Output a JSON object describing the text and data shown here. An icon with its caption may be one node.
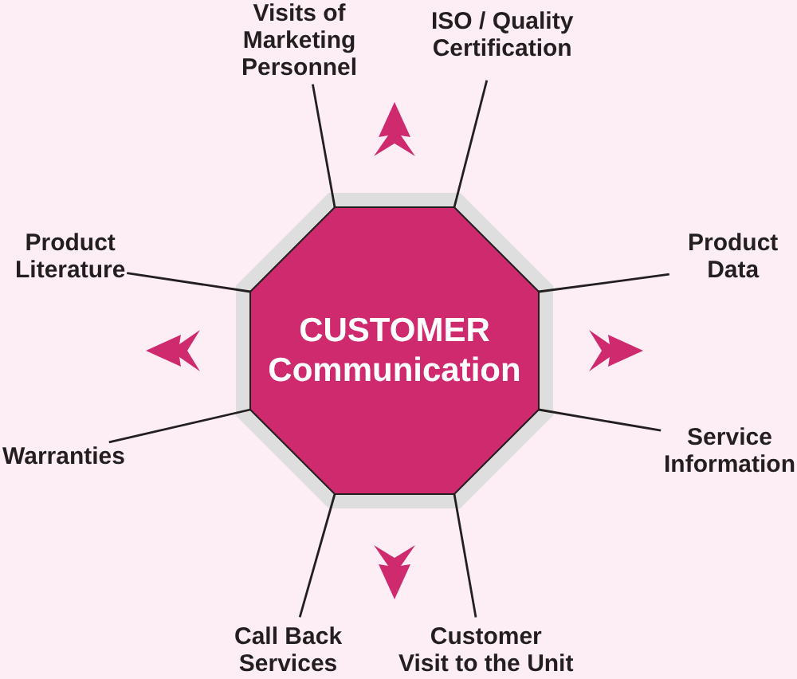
{
  "diagram": {
    "nodes": [
      {
        "text": [
          "Visits of Marketing Personnel"
        ]
      },
      {
        "text": [
          "ISO / Quality Certification"
        ]
      },
      {
        "text": [
          "Product Literature"
        ]
      },
      {
        "text": [
          "Product Data"
        ]
      },
      {
        "text": [
          "CUSTOMER Communication"
        ]
      },
      {
        "text": [
          "Warranties"
        ]
      },
      {
        "text": [
          "Service Information"
        ]
      },
      {
        "text": [
          "Call Back Services"
        ]
      },
      {
        "text": [
          "Customer Visit to the Unit"
        ]
      }
    ],
    "edges": [
      {
        "from": 0,
        "to": 4,
        "arrow": "none"
      },
      {
        "from": 1,
        "to": 4,
        "arrow": "none"
      },
      {
        "from": 2,
        "to": 4,
        "arrow": "none"
      },
      {
        "from": 3,
        "to": 4,
        "arrow": "none"
      },
      {
        "from": 5,
        "to": 4,
        "arrow": "none"
      },
      {
        "from": 6,
        "to": 4,
        "arrow": "none"
      },
      {
        "from": 7,
        "to": 4,
        "arrow": "none"
      },
      {
        "from": 8,
        "to": 4,
        "arrow": "none"
      },
      {
        "from": 4,
        "to": null,
        "arrow": "to",
        "color": "#cf2a6e"
      },
      {
        "from": 4,
        "to": null,
        "arrow": "to",
        "color": "#cf2a6e"
      },
      {
        "from": 4,
        "to": null,
        "arrow": "to",
        "color": "#cf2a6e"
      },
      {
        "from": 4,
        "to": null,
        "arrow": "to",
        "color": "#cf2a6e"
      }
    ]
  }
}
